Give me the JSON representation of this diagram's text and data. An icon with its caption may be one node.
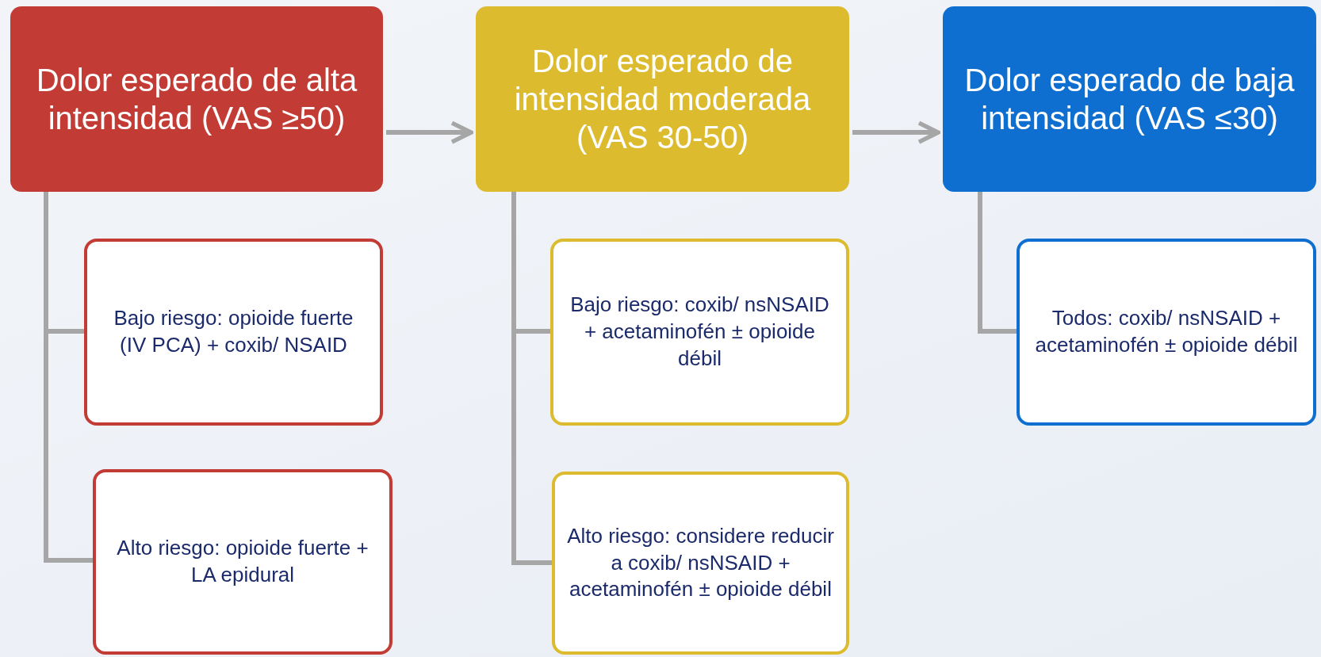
{
  "diagram": {
    "nodes": [
      {
        "text": [
          "Dolor esperado de alta intensidad (VAS ≥50)"
        ]
      },
      {
        "text": [
          "Dolor esperado de intensidad moderada (VAS 30-50)"
        ]
      },
      {
        "text": [
          "Dolor esperado de baja intensidad (VAS ≤30)"
        ]
      },
      {
        "text": [
          "Bajo riesgo: opioide fuerte (IV PCA) + coxib/ NSAID"
        ]
      },
      {
        "text": [
          "Alto riesgo: opioide fuerte + LA epidural"
        ]
      },
      {
        "text": [
          "Bajo riesgo: coxib/ nsNSAID + acetaminofén ± opioide débil"
        ]
      },
      {
        "text": [
          "Alto riesgo: considere reducir a coxib/ nsNSAID + acetaminofén ± opioide débil"
        ]
      },
      {
        "text": [
          "Todos: coxib/ nsNSAID + acetaminofén ± opioide débil"
        ]
      }
    ],
    "edges": [
      {
        "from": 0,
        "to": 1,
        "arrow": "to"
      },
      {
        "from": 1,
        "to": 2,
        "arrow": "to"
      },
      {
        "from": 0,
        "to": 3,
        "arrow": "none"
      },
      {
        "from": 0,
        "to": 4,
        "arrow": "none"
      },
      {
        "from": 1,
        "to": 5,
        "arrow": "none"
      },
      {
        "from": 1,
        "to": 6,
        "arrow": "none"
      },
      {
        "from": 2,
        "to": 7,
        "arrow": "none"
      }
    ]
  }
}
